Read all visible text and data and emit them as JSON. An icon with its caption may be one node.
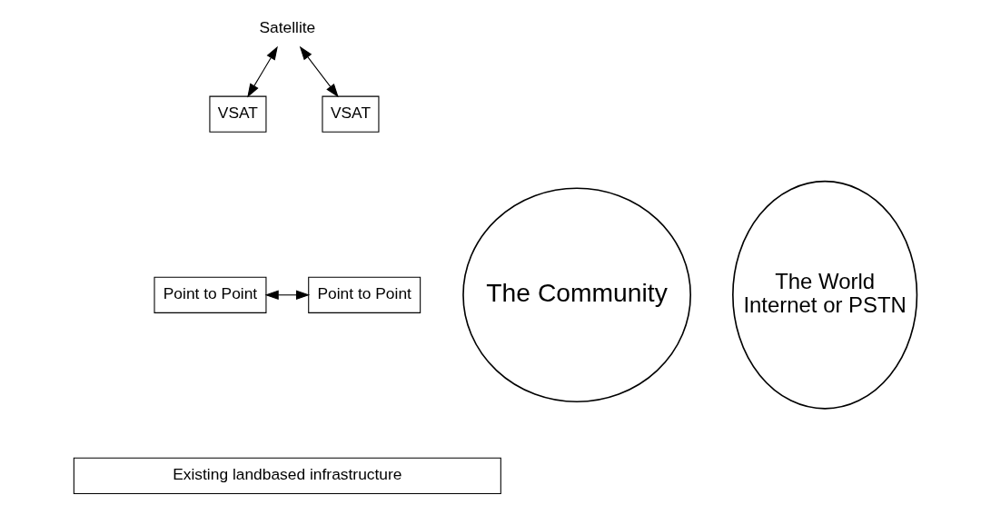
{
  "diagram": {
    "nodes": [
      {
        "text": [
          "Satellite"
        ]
      },
      {
        "text": [
          "The World",
          "Internet or PSTN"
        ]
      },
      {
        "text": [
          "The Community"
        ]
      },
      {
        "text": [
          "VSAT"
        ]
      },
      {
        "text": [
          "VSAT"
        ]
      },
      {
        "text": [
          "Point to Point"
        ]
      },
      {
        "text": [
          "Point to Point"
        ]
      },
      {
        "text": [
          "Existing landbased infrastructure"
        ]
      }
    ],
    "edges": [
      {
        "from": 0,
        "to": 3,
        "arrow": "both"
      },
      {
        "from": 0,
        "to": 4,
        "arrow": "both"
      },
      {
        "from": 5,
        "to": 6,
        "arrow": "both"
      }
    ]
  }
}
